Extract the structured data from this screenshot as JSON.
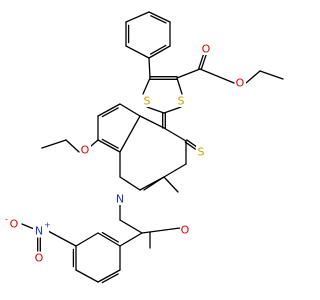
{
  "atoms": {
    "s_upper": "S",
    "s_right": "S",
    "s_thione": "S",
    "o_carbonyl_ester": "O",
    "o_ester": "O",
    "o_ethoxy": "O",
    "o_amide": "O",
    "o_nitro_minus": "O",
    "o_nitro_minus_charge": "-",
    "o_nitro_double": "O",
    "n_ring": "N",
    "n_nitro": "N",
    "n_nitro_charge": "+"
  },
  "colors": {
    "sulfur": "#c8a000",
    "oxygen": "#e00000",
    "nitrogen": "#1f2fd0",
    "bond": "#000000"
  }
}
